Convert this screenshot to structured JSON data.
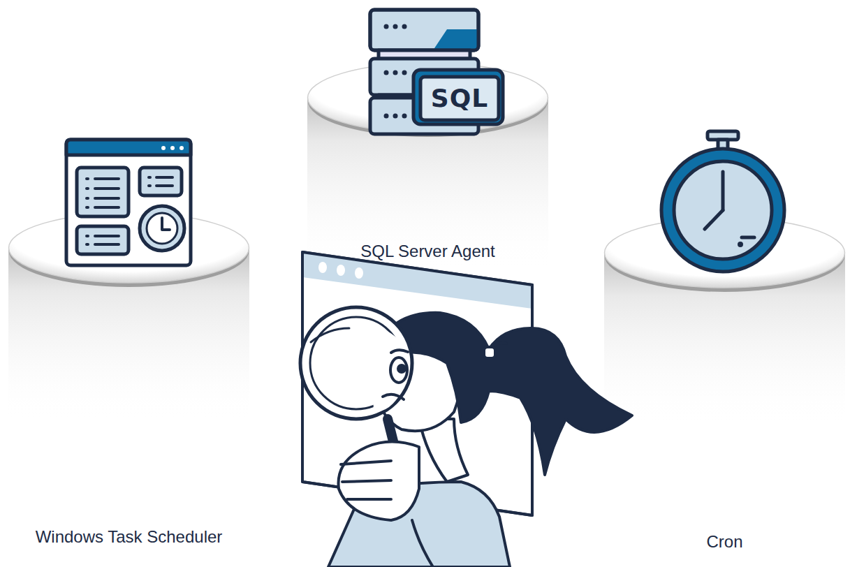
{
  "diagram": {
    "nodes": [
      {
        "text": [
          "SQL Server Agent"
        ]
      },
      {
        "text": [
          "Windows Task Scheduler"
        ]
      },
      {
        "text": [
          "Cron"
        ]
      }
    ],
    "labels": [
      "SQL"
    ]
  }
}
